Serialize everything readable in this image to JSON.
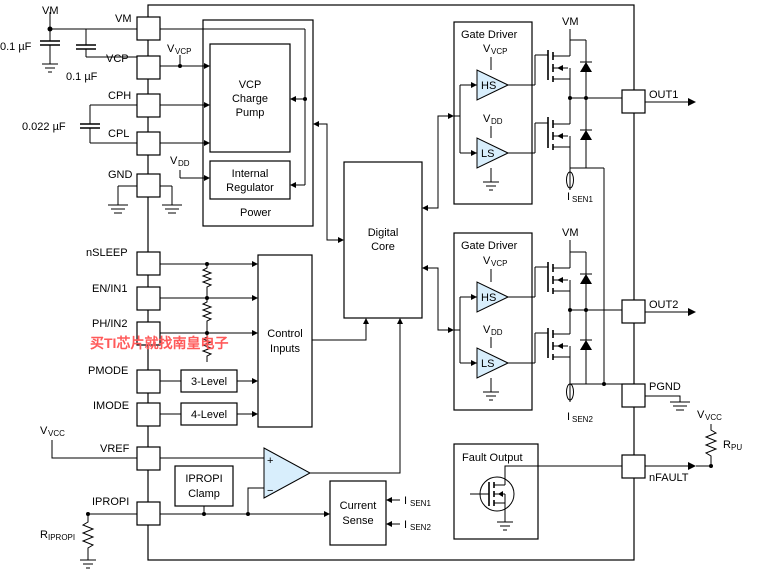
{
  "pins_left": {
    "vm": "VM",
    "vcp": "VCP",
    "cph": "CPH",
    "cpl": "CPL",
    "gnd": "GND",
    "nsleep": "nSLEEP",
    "en_in1": "EN/IN1",
    "ph_in2": "PH/IN2",
    "pmode": "PMODE",
    "imode": "IMODE",
    "vref": "VREF",
    "ipropi": "IPROPI"
  },
  "pins_right": {
    "out1": "OUT1",
    "out2": "OUT2",
    "pgnd": "PGND",
    "nfault": "nFAULT"
  },
  "external": {
    "vm": "VM",
    "cap1": "0.1 µF",
    "cap2": "0.1 µF",
    "cap3": "0.022 µF",
    "v_main": "V",
    "v_sub_vcc": "VCC",
    "r_main": "R",
    "r_ipropi_sub": "IPROPI",
    "r_pu_sub": "PU"
  },
  "internal_supply": {
    "v_main": "V",
    "vcp_sub": "VCP",
    "vdd_sub": "DD",
    "vm": "VM"
  },
  "blocks": {
    "cp_line1": "VCP",
    "cp_line2": "Charge",
    "cp_line3": "Pump",
    "reg_line1": "Internal",
    "reg_line2": "Regulator",
    "power": "Power",
    "core_line1": "Digital",
    "core_line2": "Core",
    "ctrl_line1": "Control",
    "ctrl_line2": "Inputs",
    "three_level": "3-Level",
    "four_level": "4-Level",
    "clamp_line1": "IPROPI",
    "clamp_line2": "Clamp",
    "sense_line1": "Current",
    "sense_line2": "Sense",
    "gate_driver": "Gate Driver",
    "hs": "HS",
    "ls": "LS",
    "fault_output": "Fault Output"
  },
  "sense": {
    "i_main": "I",
    "sen1_sub": "SEN1",
    "sen2_sub": "SEN2"
  },
  "comparator": {
    "plus": "+",
    "minus": "−"
  },
  "watermark": "买TI芯片就找南皇电子"
}
